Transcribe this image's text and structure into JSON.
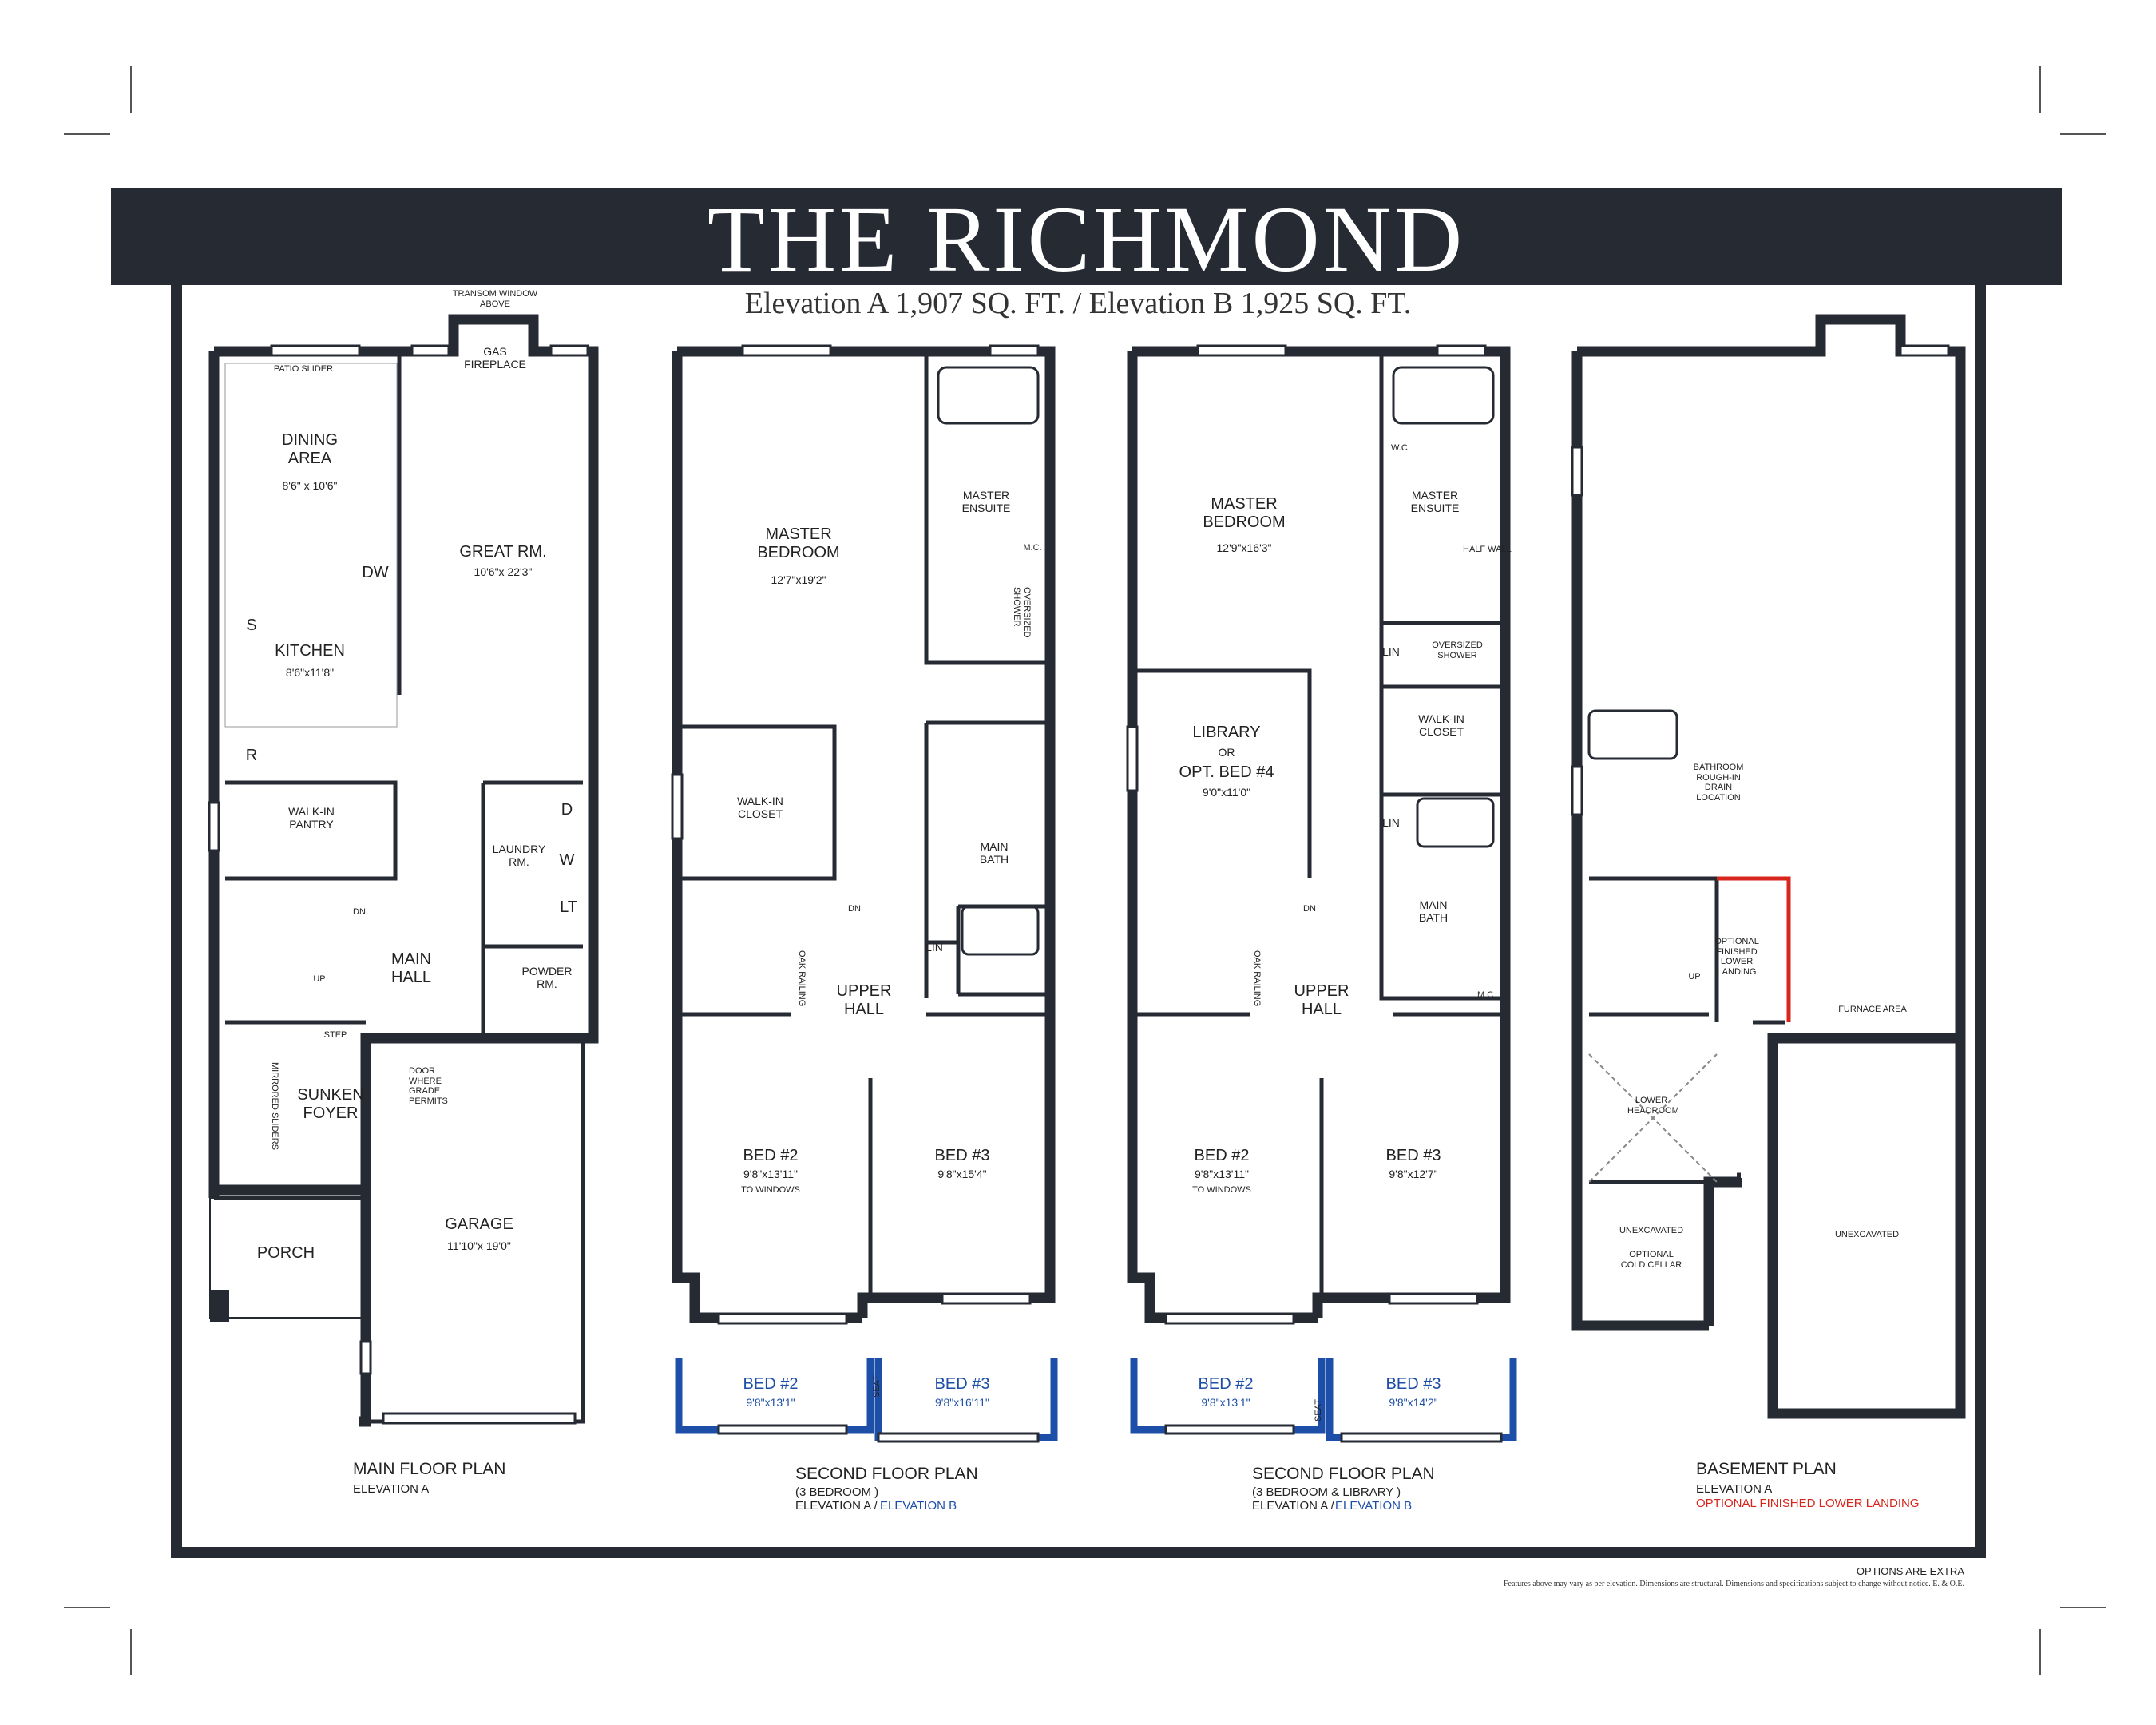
{
  "title": "THE RICHMOND",
  "subtitle": "Elevation A 1,907 SQ. FT.  /  Elevation B 1,925 SQ. FT.",
  "main_floor": {
    "transom": "TRANSOM WINDOW ABOVE",
    "fireplace": "GAS FIREPLACE",
    "patio": "PATIO SLIDER",
    "dining_name": "DINING AREA",
    "dining_dim": "8'6\" x 10'6\"",
    "great_name": "GREAT RM.",
    "great_dim": "10'6\"x 22'3\"",
    "dw": "DW",
    "s": "S",
    "r": "R",
    "kitchen_name": "KITCHEN",
    "kitchen_dim": "8'6\"x11'8\"",
    "pantry": "WALK-IN PANTRY",
    "laundry": "LAUNDRY RM.",
    "d": "D",
    "w": "W",
    "lt": "LT",
    "dn": "DN",
    "up": "UP",
    "main_hall": "MAIN HALL",
    "powder": "POWDER RM.",
    "step": "STEP",
    "mirrored": "MIRRORED SLIDERS",
    "foyer": "SUNKEN FOYER",
    "door_note": "DOOR WHERE GRADE PERMITS",
    "porch": "PORCH",
    "garage_name": "GARAGE",
    "garage_dim": "11'10\"x 19'0\"",
    "plan_title": "MAIN FLOOR PLAN",
    "plan_sub": "ELEVATION A"
  },
  "second_floor_1": {
    "master_name": "MASTER BEDROOM",
    "master_dim": "12'7\"x19'2\"",
    "ensuite": "MASTER ENSUITE",
    "mc": "M.C.",
    "shower": "OVERSIZED SHOWER",
    "wic": "WALK-IN CLOSET",
    "main_bath": "MAIN BATH",
    "dn": "DN",
    "lin": "LIN",
    "railing": "OAK RAILING",
    "upper_hall": "UPPER HALL",
    "bed2_name": "BED #2",
    "bed2_dim": "9'8\"x13'11\"",
    "bed2_note": "TO WINDOWS",
    "bed3_name": "BED #3",
    "bed3_dim": "9'8\"x15'4\"",
    "eb_bed2_name": "BED #2",
    "eb_bed2_dim": "9'8\"x13'1\"",
    "eb_bed3_name": "BED #3",
    "eb_bed3_dim": "9'8\"x16'11\"",
    "seat": "SEAT",
    "plan_title": "SECOND FLOOR PLAN",
    "plan_sub1": "(3 BEDROOM )",
    "plan_sub_a": "ELEVATION A  /",
    "plan_sub_b": "ELEVATION B"
  },
  "second_floor_2": {
    "master_name": "MASTER BEDROOM",
    "master_dim": "12'9\"x16'3\"",
    "ensuite": "MASTER ENSUITE",
    "wc": "W.C.",
    "half_wall": "HALF WALL",
    "lin1": "LIN",
    "shower": "OVERSIZED SHOWER",
    "wic": "WALK-IN CLOSET",
    "library1": "LIBRARY",
    "library2": "OR",
    "library3": "OPT. BED #4",
    "library_dim": "9'0\"x11'0\"",
    "lin2": "LIN",
    "main_bath": "MAIN BATH",
    "mc": "M.C.",
    "dn": "DN",
    "railing": "OAK RAILING",
    "upper_hall": "UPPER HALL",
    "bed2_name": "BED #2",
    "bed2_dim": "9'8\"x13'11\"",
    "bed2_note": "TO WINDOWS",
    "bed3_name": "BED #3",
    "bed3_dim": "9'8\"x12'7\"",
    "eb_bed2_name": "BED #2",
    "eb_bed2_dim": "9'8\"x13'1\"",
    "eb_bed3_name": "BED #3",
    "eb_bed3_dim": "9'8\"x14'2\"",
    "seat": "SEAT",
    "plan_title": "SECOND FLOOR PLAN",
    "plan_sub1": "(3 BEDROOM & LIBRARY )",
    "plan_sub_a": "ELEVATION A  /",
    "plan_sub_b": "ELEVATION B"
  },
  "basement": {
    "bathroom": "BATHROOM ROUGH-IN DRAIN LOCATION",
    "landing": "OPTIONAL FINISHED LOWER LANDING",
    "up": "UP",
    "furnace": "FURNACE AREA",
    "headroom": "LOWER HEADROOM",
    "unexcavated1": "UNEXCAVATED",
    "cold_cellar": "OPTIONAL COLD CELLAR",
    "unexcavated2": "UNEXCAVATED",
    "plan_title": "BASEMENT PLAN",
    "plan_sub": "ELEVATION A",
    "plan_option": "OPTIONAL FINISHED LOWER LANDING"
  },
  "footer": {
    "options": "OPTIONS ARE EXTRA",
    "disclaimer": "Features above may vary as per elevation. Dimensions are structural. Dimensions and specifications subject to change without notice. E. & O.E."
  },
  "colors": {
    "banner": "#262a33",
    "wall": "#262a33",
    "elevation_b": "#1e4fa8",
    "option": "#d9261c"
  }
}
